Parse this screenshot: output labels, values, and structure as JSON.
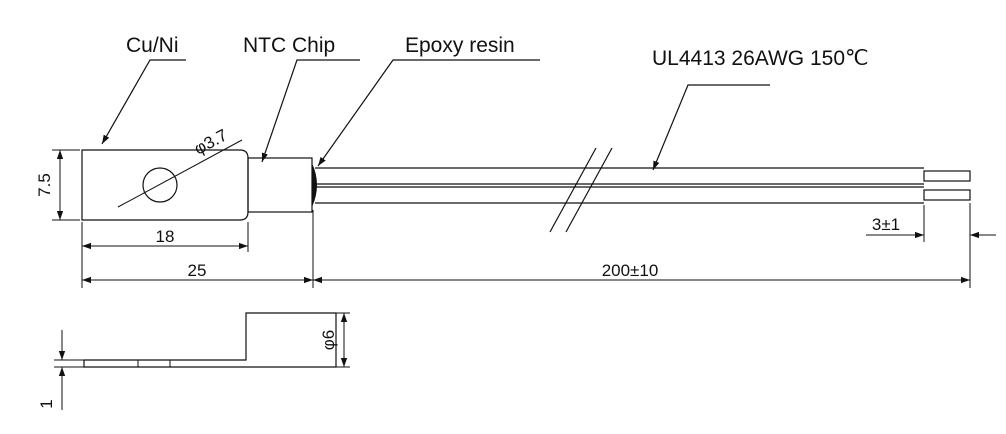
{
  "callouts": {
    "material": "Cu/Ni",
    "chip": "NTC Chip",
    "coating": "Epoxy resin",
    "wire": "UL4413 26AWG  150℃"
  },
  "dimensions": {
    "hole_diameter": "φ3.7",
    "tab_height": "7.5",
    "tab_length": "18",
    "body_length": "25",
    "lead_length": "200±10",
    "strip_length": "3±1",
    "side_height": "φ6",
    "thickness": "1"
  }
}
